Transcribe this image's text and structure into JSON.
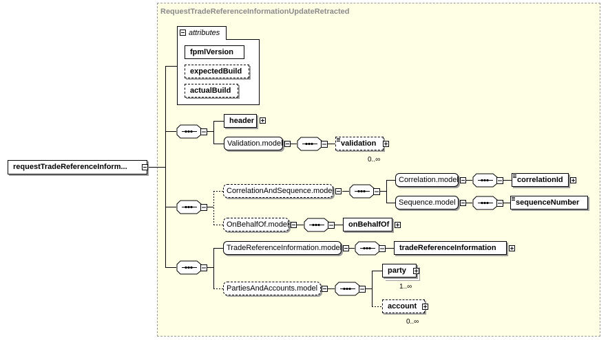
{
  "diagram": {
    "title": "RequestTradeReferenceInformationUpdateRetracted",
    "root": "requestTradeReferenceInform...",
    "attributes_label": "attributes",
    "attributes": [
      "fpmlVersion",
      "expectedBuild",
      "actualBuild"
    ],
    "nodes": {
      "header": "header",
      "validation_model": "Validation.model",
      "validation": "validation",
      "validation_card": "0..∞",
      "correlation_and_sequence_model": "CorrelationAndSequence.model",
      "correlation_model": "Correlation.model",
      "correlation_id": "correlationId",
      "sequence_model": "Sequence.model",
      "sequence_number": "sequenceNumber",
      "on_behalf_of_model": "OnBehalfOf.model",
      "on_behalf_of": "onBehalfOf",
      "trade_reference_information_model": "TradeReferenceInformation.model",
      "trade_reference_information": "tradeReferenceInformation",
      "parties_and_accounts_model": "PartiesAndAccounts.model",
      "party": "party",
      "party_card": "1..∞",
      "account": "account",
      "account_card": "0..∞"
    }
  }
}
